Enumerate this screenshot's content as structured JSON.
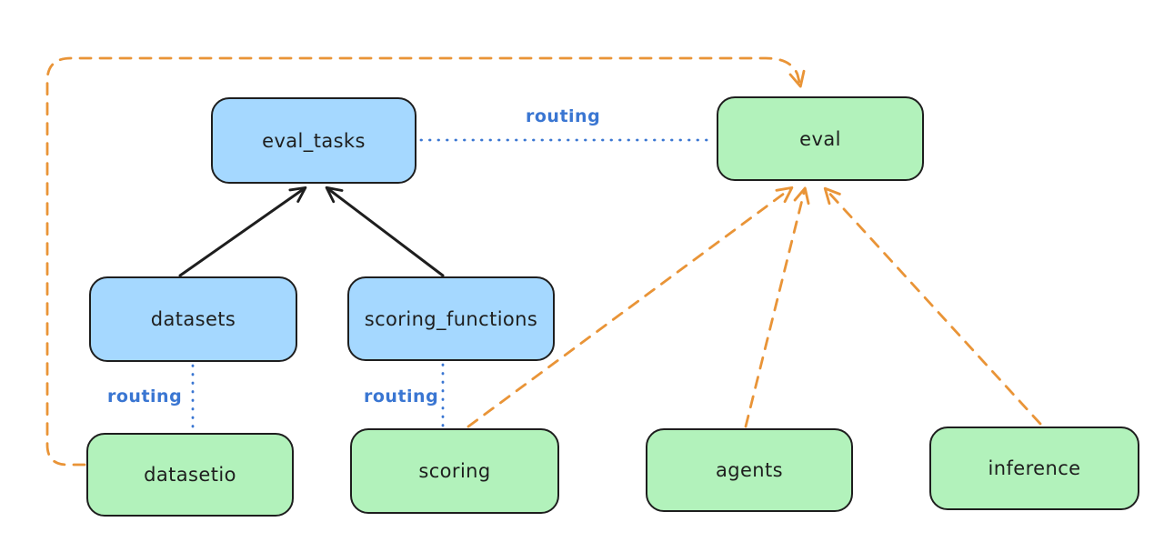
{
  "diagram": {
    "nodes": {
      "eval_tasks": {
        "label": "eval_tasks",
        "fill": "#a5d8ff"
      },
      "eval": {
        "label": "eval",
        "fill": "#b2f2bb"
      },
      "datasets": {
        "label": "datasets",
        "fill": "#a5d8ff"
      },
      "scoring_functions": {
        "label": "scoring_functions",
        "fill": "#a5d8ff"
      },
      "datasetio": {
        "label": "datasetio",
        "fill": "#b2f2bb"
      },
      "scoring": {
        "label": "scoring",
        "fill": "#b2f2bb"
      },
      "agents": {
        "label": "agents",
        "fill": "#b2f2bb"
      },
      "inference": {
        "label": "inference",
        "fill": "#b2f2bb"
      }
    },
    "edge_labels": {
      "routing_eval_tasks_to_eval": "routing",
      "routing_datasets_to_datasetio": "routing",
      "routing_scoring_functions_to_scoring": "routing"
    },
    "colors": {
      "stroke": "#1e1e1e",
      "routing_blue": "#3a76d2",
      "orange_dashed": "#e99437",
      "api_box_fill": "#a5d8ff",
      "provider_box_fill": "#b2f2bb",
      "background": "#ffffff"
    }
  }
}
